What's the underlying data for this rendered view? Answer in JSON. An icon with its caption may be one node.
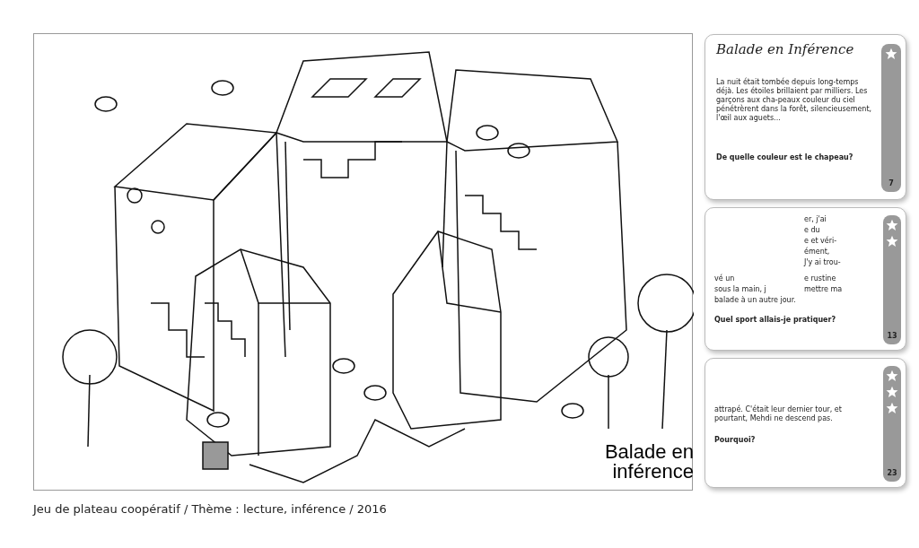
{
  "diagram": {
    "caption": "Jeu de plateau coopératif / Thème : lecture, inférence / 2016",
    "nodes": [
      {
        "text": [
          "Balade en inférence"
        ]
      },
      {
        "text": [
          "Balade en Inférence",
          "La nuit était tombée depuis long-temps déjà. Les étoiles brillaient par milliers. Les garçons aux cha-peaux couleur du ciel pénétrèrent dans la forêt, silencieusement, l'œil aux aguets...",
          "De quelle couleur est le chapeau?",
          "7"
        ]
      },
      {
        "text": [
          "er, j'ai",
          "e du",
          "e et véri-",
          "ément,",
          "J'y ai trou-",
          "vé un",
          "e rustine",
          "sous la main, j",
          "mettre ma",
          "balade à un autre jour.",
          "Quel sport allais-je pratiquer?",
          "13"
        ]
      },
      {
        "text": [
          "attrapé. C'était leur dernier tour, et pourtant, Mehdi ne descend pas.",
          "Pourquoi?",
          "23"
        ]
      }
    ]
  }
}
